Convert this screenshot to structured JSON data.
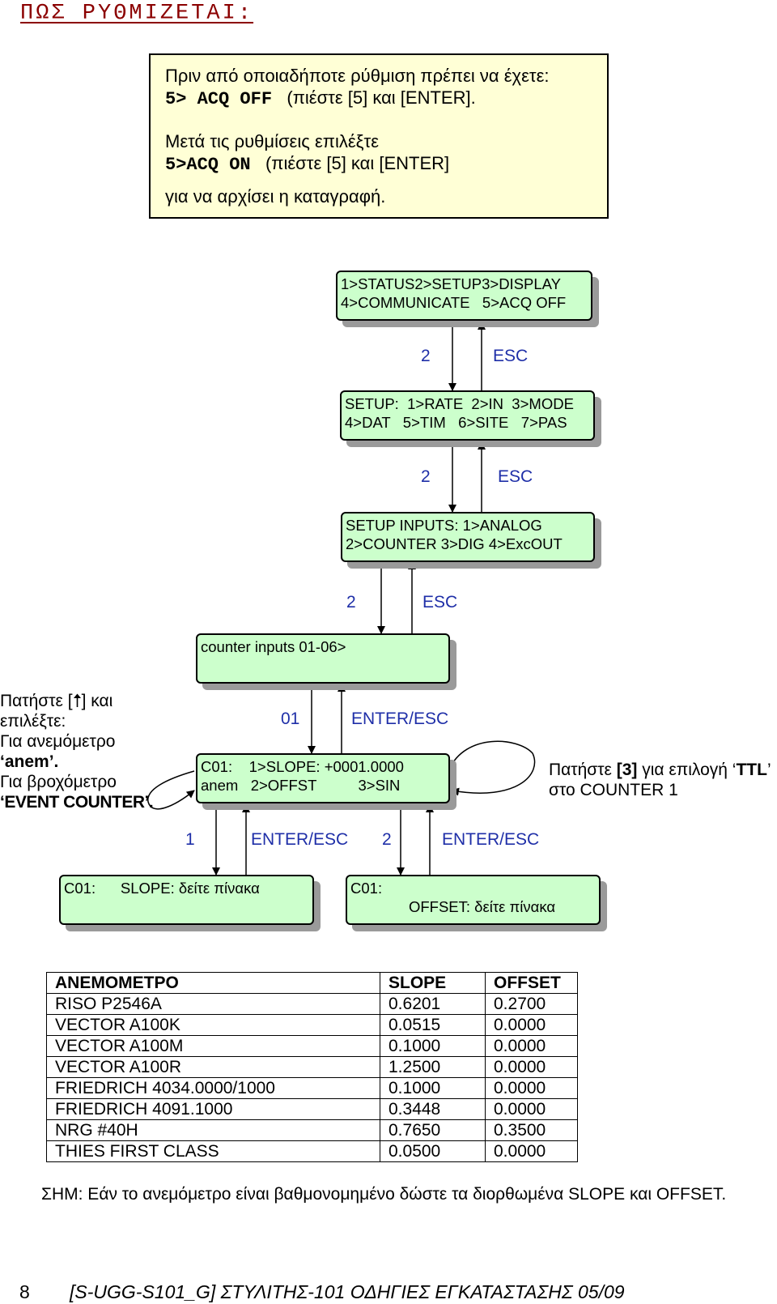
{
  "page_title": "ΠΩΣ ΡΥΘΜΙΖΕΤΑΙ:",
  "notebox": {
    "line1": "Πριν από οποιαδήποτε ρύθμιση πρέπει να έχετε:",
    "line2_code": "5> ACQ OFF",
    "line2_rest": "(πιέστε [5] και [ENTER].",
    "line3": "Μετά τις ρυθμίσεις επιλέξτε",
    "line4_code": "5>ACQ ON",
    "line4_rest": "(πιέστε [5] και [ENTER]",
    "line5": "για να αρχίσει η καταγραφή."
  },
  "screens": {
    "main_menu": "1>STATUS2>SETUP3>DISPLAY\n4>COMMUNICATE   5>ACQ OFF",
    "setup": "SETUP:  1>RATE  2>IN  3>MODE\n4>DAT   5>TIM   6>SITE   7>PAS",
    "setup_inputs": "SETUP INPUTS: 1>ANALOG\n2>COUNTER 3>DIG 4>ExcOUT",
    "counter_inputs": "counter inputs 01-06>",
    "c01": "C01:    1>SLOPE: +0001.0000\nanem   2>OFFST          3>SIN",
    "slope": "C01:      SLOPE: δείτε πίνακα",
    "offset": "C01:\n              OFFSET: δείτε πίνακα"
  },
  "labels": {
    "key_2_a": "2",
    "esc_a": "ESC",
    "key_2_b": "2",
    "esc_b": "ESC",
    "key_2_c": "2",
    "esc_c": "ESC",
    "key_01": "01",
    "enter_esc_a": "ENTER/ESC",
    "key_1": "1",
    "enter_esc_b": "ENTER/ESC",
    "key_2_d": "2",
    "enter_esc_c": "ENTER/ESC"
  },
  "left_note": {
    "line1": "Πατήστε [",
    "line1_icon": "up-arrow-icon",
    "line1_end": "] και",
    "line2": "επιλέξτε:",
    "line3": "Για ανεμόμετρο",
    "line4": "‘anem’.",
    "line5": "Για βροχόμετρο",
    "line6": "‘EVENT COUNTER’."
  },
  "right_note": {
    "line1_pre": "Πατήστε ",
    "line1_key": "[3]",
    "line1_mid": " για επιλογή ‘",
    "line1_bold": "TTL",
    "line1_end": "’",
    "line2": "στο COUNTER 1"
  },
  "table": {
    "headers": [
      "ΑΝΕΜΟΜΕΤΡΟ",
      "SLOPE",
      "OFFSET"
    ],
    "rows": [
      [
        "RISO P2546A",
        "0.6201",
        "0.2700"
      ],
      [
        "VECTOR A100K",
        "0.0515",
        "0.0000"
      ],
      [
        "VECTOR A100M",
        "0.1000",
        "0.0000"
      ],
      [
        "VECTOR A100R",
        "1.2500",
        "0.0000"
      ],
      [
        "FRIEDRICH 4034.0000/1000",
        "0.1000",
        "0.0000"
      ],
      [
        "FRIEDRICH 4091.1000",
        "0.3448",
        "0.0000"
      ],
      [
        "NRG #40H",
        "0.7650",
        "0.3500"
      ],
      [
        "THIES FIRST CLASS",
        "0.0500",
        "0.0000"
      ]
    ]
  },
  "note": "ΣΗΜ: Εάν το ανεμόμετρο είναι βαθμονομημένο δώστε τα διορθωμένα SLOPE και OFFSET.",
  "footer": {
    "page_number": "8",
    "doc_ref": "[S-UGG-S101_G]  ΣΤΥΛΙΤΗΣ-101 ΟΔΗΓΙΕΣ ΕΓΚΑΤΑΣΤΑΣΗΣ  05/09"
  },
  "colors": {
    "title": "#8b0000",
    "note_bg": "#ffffd6",
    "lcd_bg": "#ccffcc",
    "label_blue": "#1f2fa8"
  }
}
